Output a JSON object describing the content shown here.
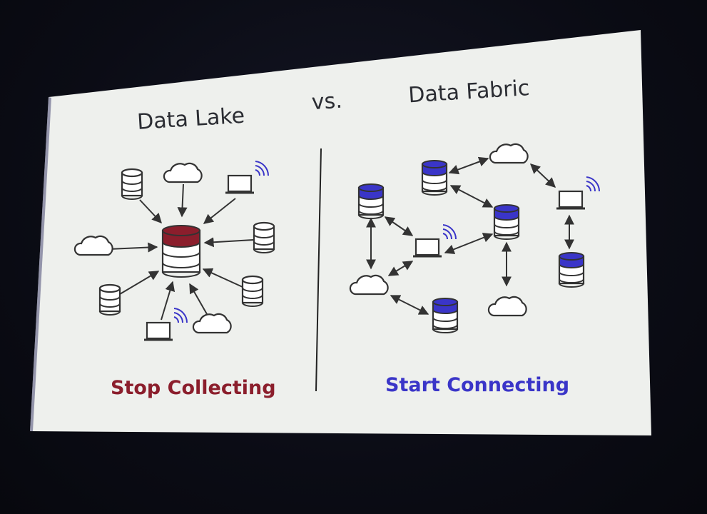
{
  "slide": {
    "left_title": "Data Lake",
    "vs_label": "vs.",
    "right_title": "Data Fabric",
    "left_caption": "Stop Collecting",
    "right_caption": "Start Connecting"
  },
  "colors": {
    "lake_accent": "#8b1e2c",
    "fabric_accent": "#3a35c8",
    "outline": "#333333",
    "slide_bg": "#eef0ed",
    "room_bg": "#0b0c15"
  },
  "diagram": {
    "lake": {
      "hub": "database-icon",
      "spokes": [
        "database-icon",
        "cloud-icon",
        "laptop-wifi-icon",
        "database-icon",
        "database-icon",
        "cloud-icon",
        "laptop-wifi-icon",
        "database-icon",
        "cloud-icon"
      ],
      "edge_direction": "into-hub"
    },
    "fabric": {
      "nodes": [
        "database-icon",
        "cloud-icon",
        "laptop-wifi-icon",
        "database-icon",
        "database-icon",
        "laptop-wifi-icon",
        "database-icon",
        "cloud-icon",
        "database-icon",
        "cloud-icon"
      ],
      "edge_direction": "bidirectional"
    }
  }
}
